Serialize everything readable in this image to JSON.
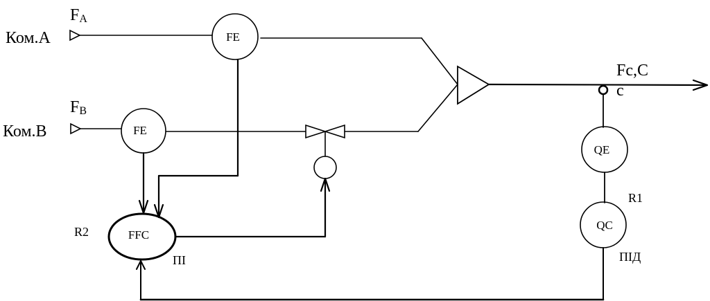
{
  "inputs": {
    "a_label": "Ком.A",
    "a_flow": "F",
    "a_flow_sub": "A",
    "b_label": "Ком.B",
    "b_flow": "F",
    "b_flow_sub": "B"
  },
  "nodes": {
    "fe_top": "FE",
    "fe_bottom": "FE",
    "ffc": "FFC",
    "qe": "QE",
    "qc": "QC"
  },
  "controller_tags": {
    "r2": "R2",
    "r2_mode": "ПІ",
    "r1": "R1",
    "r1_mode": "ПІД"
  },
  "output": {
    "label": "Fc,C",
    "sample_point": "c"
  }
}
